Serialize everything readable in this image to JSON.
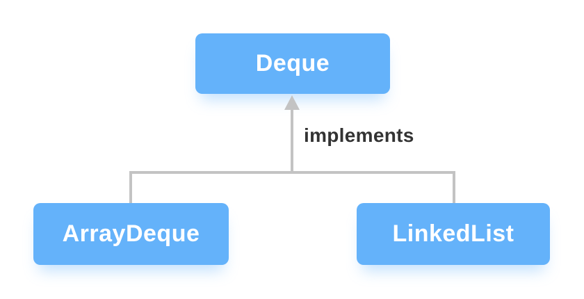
{
  "diagram": {
    "nodes": {
      "parent": {
        "label": "Deque"
      },
      "children": [
        {
          "label": "ArrayDeque"
        },
        {
          "label": "LinkedList"
        }
      ]
    },
    "edge_label": "implements",
    "colors": {
      "node_fill": "#64b2fa",
      "node_text": "#ffffff",
      "connector": "#c3c3c3",
      "label_text": "#333333"
    }
  }
}
